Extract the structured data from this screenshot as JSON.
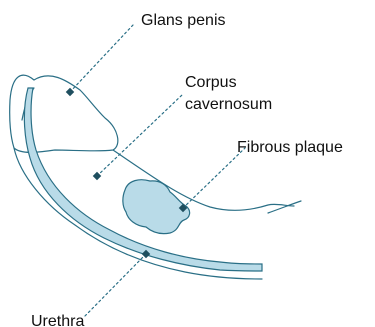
{
  "colors": {
    "outline": "#2a6f86",
    "fill": "#b9dbe8",
    "text": "#111111"
  },
  "labels": {
    "glans_penis": "Glans penis",
    "corpus_cavernosum_line1": "Corpus",
    "corpus_cavernosum_line2": "cavernosum",
    "fibrous_plaque": "Fibrous plaque",
    "urethra": "Urethra"
  }
}
